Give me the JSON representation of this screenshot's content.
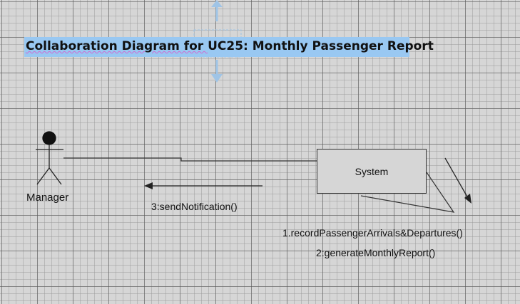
{
  "diagram": {
    "title_prefix": "Collaboration Diagram for ",
    "title_main": "UC25: Monthly Passenger Report",
    "actor": {
      "label": "Manager"
    },
    "object": {
      "label": "System"
    },
    "messages": [
      {
        "label": "3:sendNotification()",
        "direction": "to-actor"
      },
      {
        "label": "1.recordPassengerArrivals&Departures()",
        "direction": "self"
      },
      {
        "label": "2:generateMonthlyReport()",
        "direction": "self"
      }
    ]
  },
  "colors": {
    "grid_background": "#d6d6d6",
    "title_highlight": "#99c8f2",
    "selection_handle": "#9fc4e6",
    "spellcheck_underline": "#d06ad0"
  }
}
